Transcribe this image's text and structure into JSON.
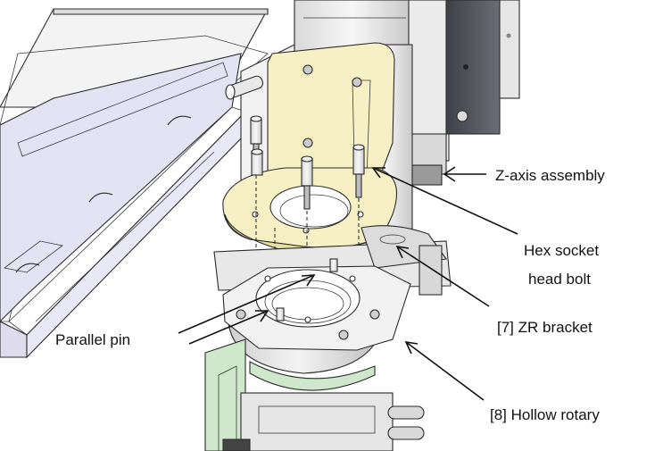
{
  "callouts": {
    "z_axis": "Z-axis assembly",
    "hex_bolt_line1": "Hex socket",
    "hex_bolt_line2": "head bolt",
    "zr_bracket": "[7] ZR bracket",
    "hollow_rotary": "[8] Hollow rotary",
    "parallel_pin": "Parallel pin"
  },
  "colors": {
    "bracket_yellow": "#f6f0c4",
    "rail_lavender": "#e7e6f7",
    "frame_green": "#cfe8cc",
    "metal_light": "#eeeeee",
    "metal_mid": "#cfcfcf",
    "dark_rail": "#4d5058"
  }
}
